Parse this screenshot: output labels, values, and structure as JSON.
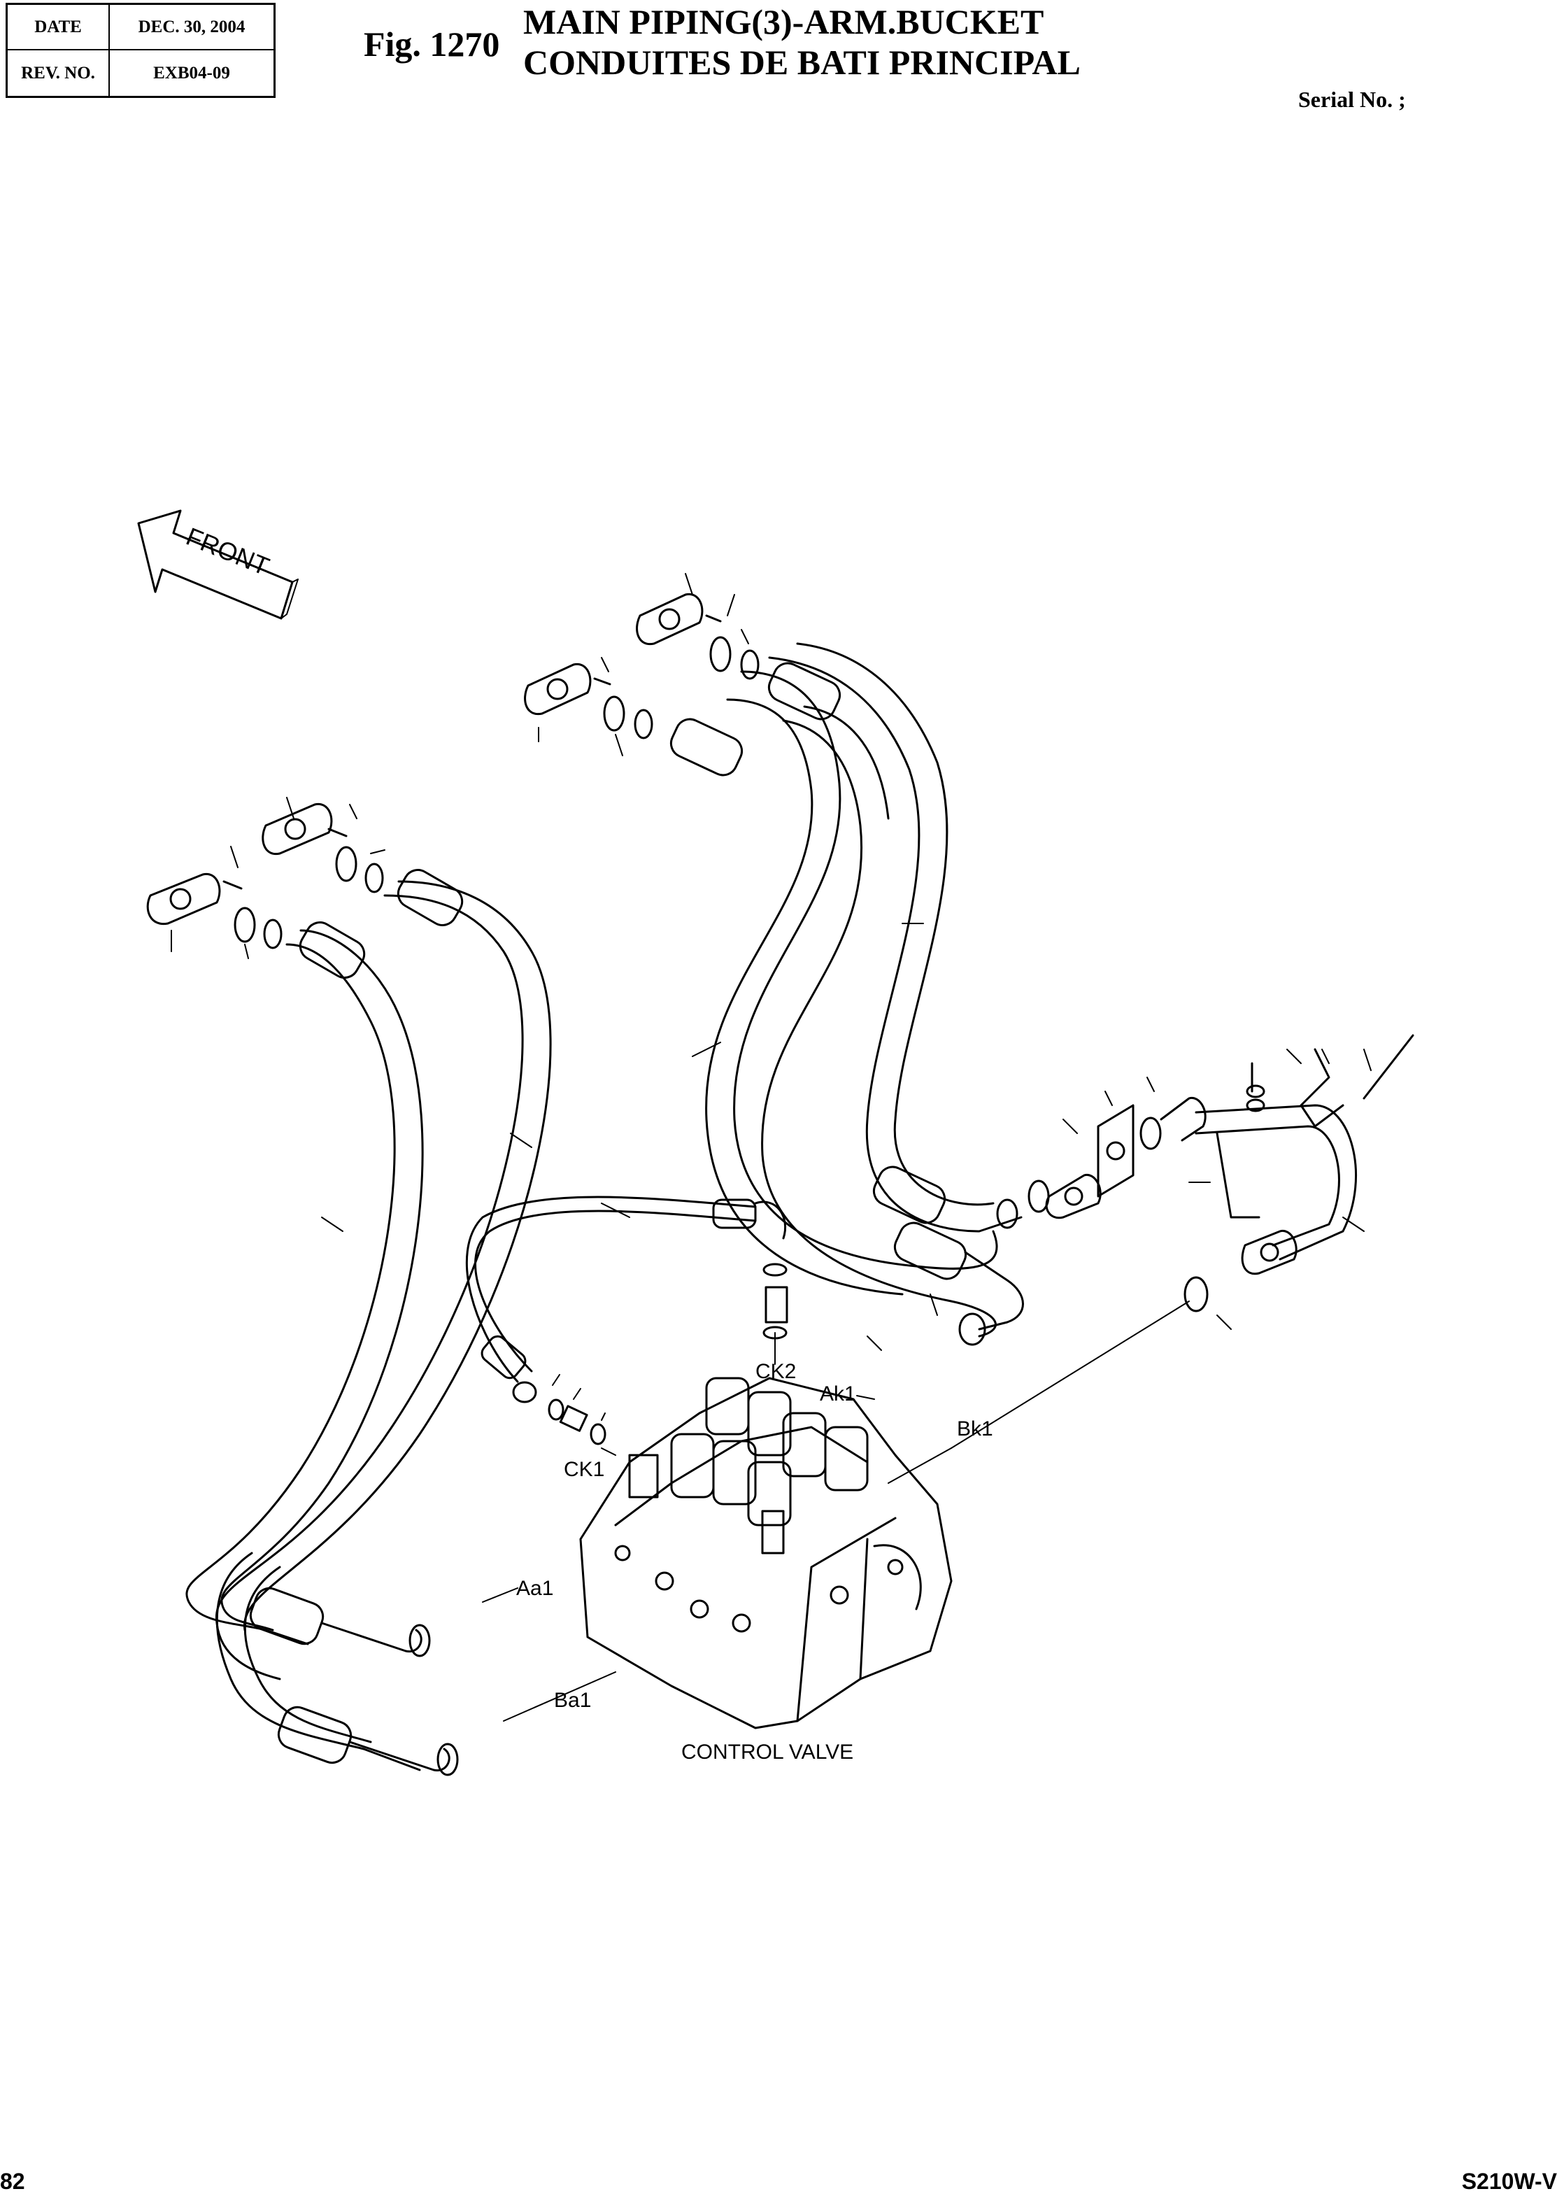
{
  "header": {
    "date_label": "DATE",
    "date_value": "DEC. 30, 2004",
    "rev_label": "REV. NO.",
    "rev_value": "EXB04-09"
  },
  "figure": {
    "number": "Fig. 1270",
    "title_line1": "MAIN PIPING(3)-ARM.BUCKET",
    "title_line2": "CONDUITES DE BATI PRINCIPAL",
    "serial": "Serial No. ;"
  },
  "diagram": {
    "front_arrow": "FRONT",
    "component": "CONTROL VALVE",
    "ports": {
      "ck2": "CK2",
      "ak1": "Ak1",
      "bk1": "Bk1",
      "ck1": "CK1",
      "aa1": "Aa1",
      "ba1": "Ba1"
    }
  },
  "footer": {
    "page": "82",
    "model": "S210W-V"
  }
}
